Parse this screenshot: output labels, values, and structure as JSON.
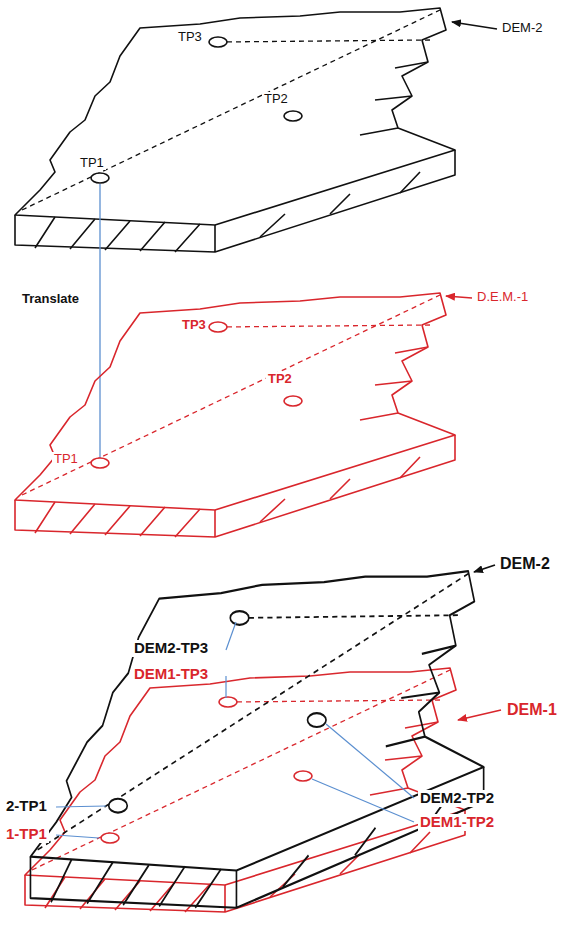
{
  "diagram": {
    "labels": [
      "TP3",
      "TP2",
      "TP1",
      "DEM-2",
      "Translate",
      "TP3",
      "TP2",
      "TP1",
      "D.E.M.-1",
      "DEM-2",
      "DEM2-TP3",
      "DEM1-TP3",
      "DEM-1",
      "DEM2-TP2",
      "DEM1-TP2",
      "2-TP1",
      "1-TP1"
    ]
  }
}
